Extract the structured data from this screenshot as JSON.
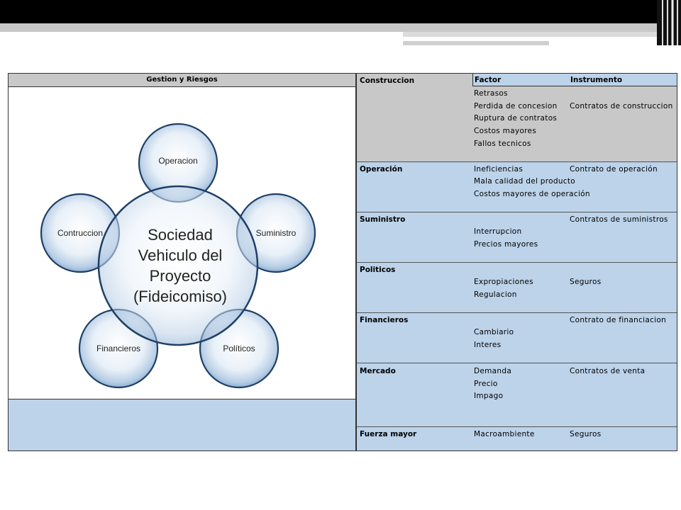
{
  "diagram": {
    "panel_title": "Gestion y Riesgos",
    "center": [
      "Sociedad",
      "Vehiculo del",
      "Proyecto",
      "(Fideicomiso)"
    ],
    "nodes": {
      "operacion": "Operacion",
      "suministro": "Suministro",
      "politicos": "Políticos",
      "financieros": "Financieros",
      "contruccion": "Contruccion"
    }
  },
  "table": {
    "col_factor": "Factor",
    "col_instrumento": "Instrumento",
    "sections": [
      {
        "title": "Construccion",
        "factors": [
          "Retrasos",
          "Perdida de concesion",
          "Ruptura de contratos",
          "Costos mayores",
          "Fallos tecnicos"
        ],
        "instruments": [
          "Contratos de construccion"
        ]
      },
      {
        "title": "Operación",
        "factors": [
          "Ineficiencias",
          "Mala calidad del producto",
          "Costos mayores de operación"
        ],
        "instruments": [
          "Contrato de operación"
        ]
      },
      {
        "title": "Suministro",
        "factors": [
          "Interrupcion",
          "Precios mayores"
        ],
        "instruments": [
          "Contratos de suministros"
        ]
      },
      {
        "title": "Politicos",
        "factors": [
          "Expropiaciones",
          "Regulacion"
        ],
        "instruments": [
          "Seguros"
        ]
      },
      {
        "title": "Financieros",
        "factors": [
          "Cambiario",
          "Interes"
        ],
        "instruments": [
          "Contrato de financiacion"
        ]
      },
      {
        "title": "Mercado",
        "factors": [
          "Demanda",
          "Precio",
          "Impago"
        ],
        "instruments": [
          "Contratos de venta"
        ]
      },
      {
        "title": "Fuerza mayor",
        "factors": [
          "Macroambiente"
        ],
        "instruments": [
          "Seguros"
        ]
      }
    ]
  },
  "colors": {
    "light_blue": "#bcd3ea",
    "grey": "#c8c8c8",
    "circle_stroke": "#1f3f66"
  }
}
